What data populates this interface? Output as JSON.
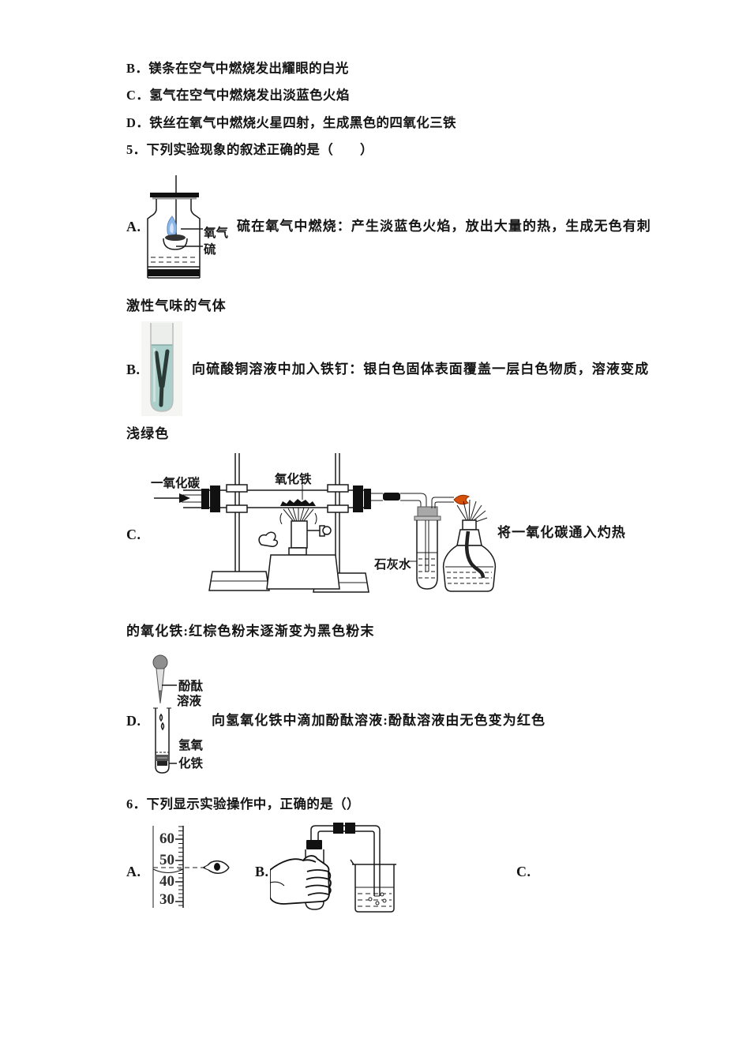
{
  "colors": {
    "blue_flame": "#8fb8e8",
    "blue_flame_core": "#d6e4f7",
    "orange_flame": "#d6500a",
    "solution_teal": "#abd0cb",
    "glass_top": "#eceeec",
    "nail_dark": "#2a3b36"
  },
  "top_options": {
    "b": "B．镁条在空气中燃烧发出耀眼的白光",
    "c": "C．氢气在空气中燃烧发出淡蓝色火焰",
    "d": "D．铁丝在氧气中燃烧火星四射，生成黑色的四氧化三铁"
  },
  "q5": {
    "header": "5．下列实验现象的叙述正确的是（　　）",
    "a": {
      "label": "A.",
      "text": "硫在氧气中燃烧：产生淡蓝色火焰，放出大量的热，生成无色有刺",
      "cont": "激性气味的气体",
      "lbl_oxygen": "氧气",
      "lbl_sulfur": "硫"
    },
    "b": {
      "label": "B.",
      "text": "向硫酸铜溶液中加入铁钉：银白色固体表面覆盖一层白色物质，溶液变成",
      "cont": "浅绿色"
    },
    "c": {
      "label": "C.",
      "text": "将一氧化碳通入灼热",
      "cont": "的氧化铁:红棕色粉末逐渐变为黑色粉末",
      "lbl_co": "一氧化碳",
      "lbl_fe2o3": "氧化铁",
      "lbl_limewater": "石灰水"
    },
    "d": {
      "label": "D.",
      "text": "向氢氧化铁中滴加酚酞溶液:酚酞溶液由无色变为红色",
      "lbl_phen1": "酚酞",
      "lbl_phen2": "溶液",
      "lbl_feoh1": "氢氧",
      "lbl_feoh2": "化铁"
    }
  },
  "q6": {
    "header": "6．下列显示实验操作中，正确的是（）",
    "a_label": "A.",
    "b_label": "B.",
    "c_label": "C.",
    "ticks": {
      "t60": "60",
      "t50": "50",
      "t40": "40",
      "t30": "30"
    }
  }
}
